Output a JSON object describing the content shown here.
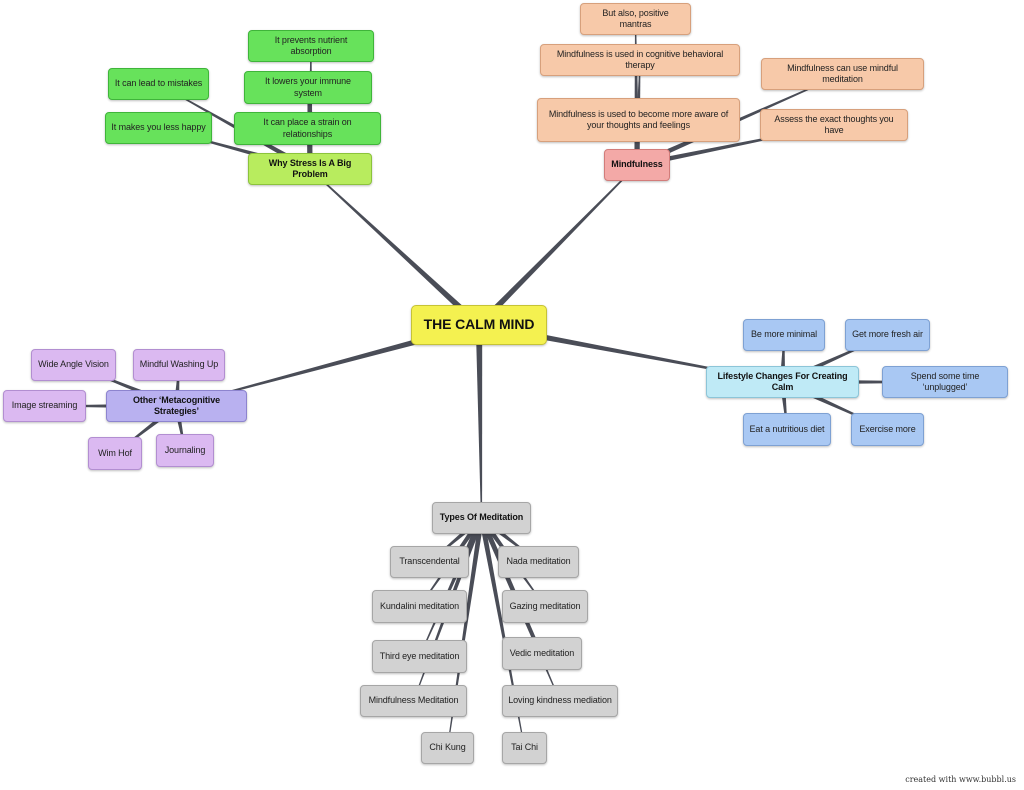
{
  "root": {
    "id": "root",
    "label": "THE CALM MIND",
    "color": "#f4f150"
  },
  "branches": [
    {
      "id": "stress",
      "label": "Why Stress Is A Big Problem",
      "color": "#b8ec5e",
      "children": [
        {
          "id": "s1",
          "label": "It prevents nutrient absorption"
        },
        {
          "id": "s2",
          "label": "It lowers your immune system"
        },
        {
          "id": "s3",
          "label": "It can lead to mistakes"
        },
        {
          "id": "s4",
          "label": "It makes you less happy"
        },
        {
          "id": "s5",
          "label": "It can place a strain on relationships"
        }
      ]
    },
    {
      "id": "mind",
      "label": "Mindfulness",
      "color": "#f3a9a7",
      "children": [
        {
          "id": "m1",
          "label": "But also, positive mantras"
        },
        {
          "id": "m2",
          "label": "Mindfulness is used in cognitive behavioral therapy"
        },
        {
          "id": "m3",
          "label": "Mindfulness can use mindful meditation"
        },
        {
          "id": "m4",
          "label": "Mindfulness is used to become more aware of your thoughts and feelings"
        },
        {
          "id": "m5",
          "label": "Assess the exact thoughts you have"
        }
      ]
    },
    {
      "id": "life",
      "label": "Lifestyle Changes For Creating Calm",
      "color": "#bfeaf6",
      "children": [
        {
          "id": "l1",
          "label": "Be more minimal"
        },
        {
          "id": "l2",
          "label": "Get more fresh air"
        },
        {
          "id": "l3",
          "label": "Spend some time ‘unplugged’"
        },
        {
          "id": "l4",
          "label": "Eat a nutritious diet"
        },
        {
          "id": "l5",
          "label": "Exercise more"
        }
      ]
    },
    {
      "id": "meta",
      "label": "Other ‘Metacognitive Strategies’",
      "color": "#b9b1f0",
      "children": [
        {
          "id": "o1",
          "label": "Wide Angle Vision"
        },
        {
          "id": "o2",
          "label": "Mindful Washing Up"
        },
        {
          "id": "o3",
          "label": "Image streaming"
        },
        {
          "id": "o4",
          "label": "Wim Hof"
        },
        {
          "id": "o5",
          "label": "Journaling"
        }
      ]
    },
    {
      "id": "med",
      "label": "Types Of Meditation",
      "color": "#d2d2d2",
      "children": [
        {
          "id": "t1",
          "label": "Transcendental"
        },
        {
          "id": "t2",
          "label": "Nada meditation"
        },
        {
          "id": "t3",
          "label": "Kundalini meditation"
        },
        {
          "id": "t4",
          "label": "Gazing meditation"
        },
        {
          "id": "t5",
          "label": "Third eye meditation"
        },
        {
          "id": "t6",
          "label": "Vedic meditation"
        },
        {
          "id": "t7",
          "label": "Mindfulness Meditation"
        },
        {
          "id": "t8",
          "label": "Loving kindness mediation"
        },
        {
          "id": "t9",
          "label": "Chi Kung"
        },
        {
          "id": "t10",
          "label": "Tai Chi"
        }
      ]
    }
  ],
  "credit": "created with www.bubbl.us"
}
